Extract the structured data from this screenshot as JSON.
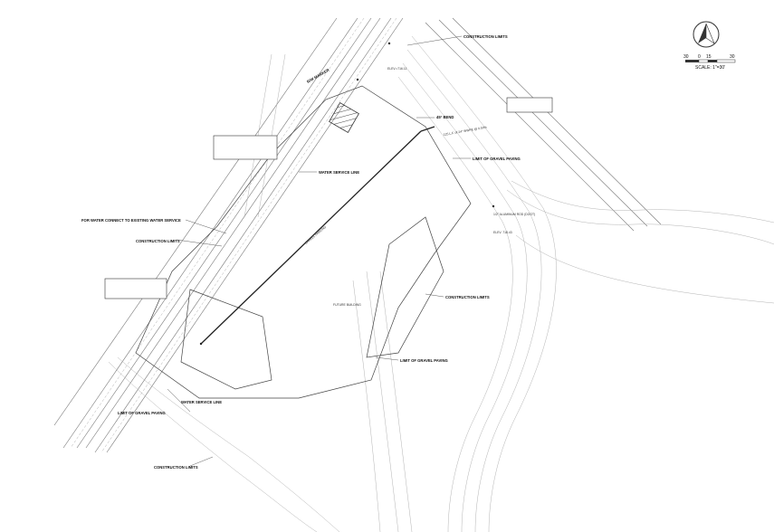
{
  "north_arrow": {
    "icon": "north-arrow-icon"
  },
  "scale": {
    "ticks": [
      "30",
      "0",
      "15",
      "30"
    ],
    "text": "SCALE: 1\"=30'"
  },
  "notes": {
    "construction_limits_top": "CONSTRUCTION LIMITS",
    "construction_limits_left": "CONSTRUCTION LIMITS",
    "construction_limits_right": "CONSTRUCTION LIMITS",
    "construction_limits_bottom": "CONSTRUCTION LIMITS",
    "water_service_line": "WATER SERVICE LINE",
    "water_connect": "FOR WATER CONNECT TO EXISTING WATER SERVICE",
    "limit_gravel_1": "LIMIT OF GRAVEL PAVING",
    "limit_gravel_2": "LIMIT OF GRAVEL PAVING",
    "limit_gravel_3": "LIMIT OF GRAVEL PAVING",
    "bend": "45° BEND",
    "row_marker": "R/W MARKER",
    "gravel_parking": "GRAVEL PARKING",
    "future_building": "FUTURE BUILDING",
    "pipe_note": "125 L.F. of 24\" WWPE @ 0.50%",
    "tie_note": "ELEV.=716.11",
    "rod_note": "1/2\" ALUMINUM ROD (DOOT)",
    "rod_elev": "ELEV. 718.43"
  }
}
